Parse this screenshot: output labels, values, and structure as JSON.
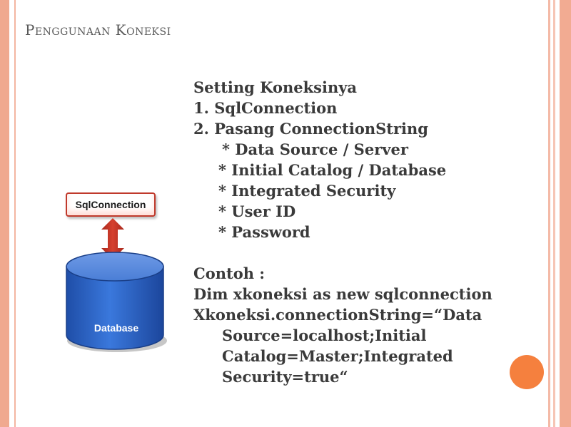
{
  "slide": {
    "title": "Penggunaan Koneksi",
    "heading": "Setting Koneksinya",
    "steps": [
      "1.  SqlConnection",
      "2.  Pasang ConnectionString"
    ],
    "bullets": [
      "* Data Source / Server",
      "* Initial Catalog / Database",
      "* Integrated Security",
      "* User ID",
      "* Password"
    ],
    "example_label": "Contoh :",
    "code_lines": [
      "Dim xkoneksi as new sqlconnection",
      "Xkoneksi.connectionString=“Data",
      "Source=localhost;Initial",
      "Catalog=Master;Integrated",
      "Security=true“"
    ]
  },
  "diagram": {
    "connection_label": "SqlConnection",
    "database_label": "Database"
  },
  "colors": {
    "accent": "#f0a98f",
    "orange": "#f5803e",
    "db_blue": "#2f67c9",
    "arrow_red": "#c0392b"
  }
}
